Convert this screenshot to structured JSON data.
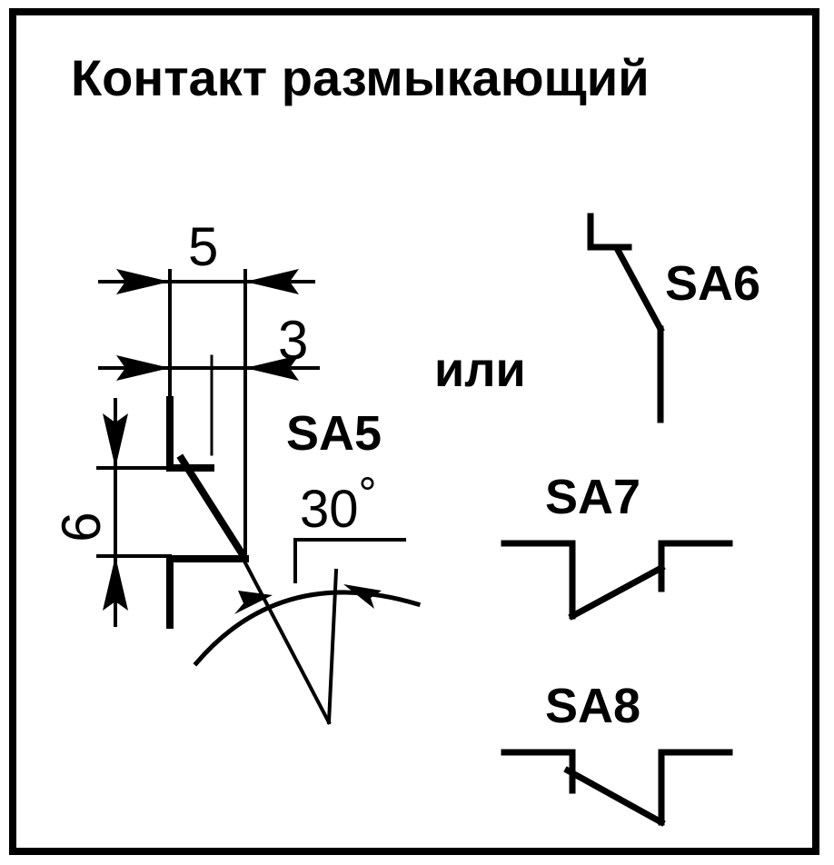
{
  "title": "Контакт размыкающий",
  "or_label": "или",
  "designations": {
    "sa5": "SA5",
    "sa6": "SA6",
    "sa7": "SA7",
    "sa8": "SA8"
  },
  "dimensions": {
    "width_5": "5",
    "width_3": "3",
    "height_6": "6",
    "angle_30": "30",
    "degree_sign": "°"
  }
}
